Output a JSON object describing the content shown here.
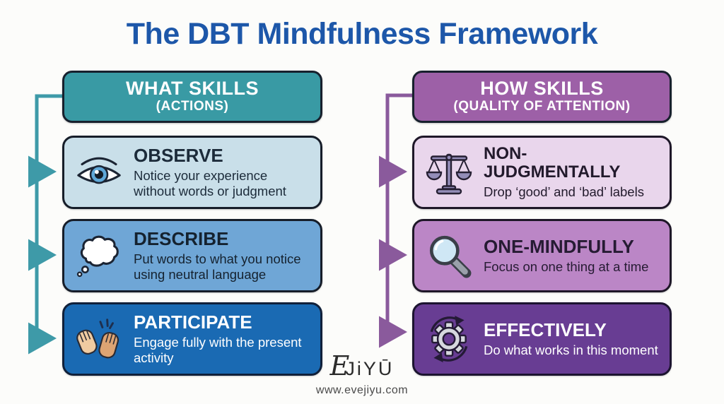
{
  "title": "The DBT Mindfulness Framework",
  "columns": [
    {
      "id": "what-skills",
      "header": {
        "line1": "WHAT SKILLS",
        "line2": "(ACTIONS)"
      },
      "items": [
        {
          "icon": "eye-icon",
          "title": "OBSERVE",
          "desc": "Notice your experience without words or judgment"
        },
        {
          "icon": "thought-bubble-icon",
          "title": "DESCRIBE",
          "desc": "Put words to what you notice using neutral language"
        },
        {
          "icon": "clapping-hands-icon",
          "title": "PARTICIPATE",
          "desc": "Engage fully with the present activity"
        }
      ]
    },
    {
      "id": "how-skills",
      "header": {
        "line1": "HOW SKILLS",
        "line2": "(QUALITY OF ATTENTION)"
      },
      "items": [
        {
          "icon": "balance-scale-icon",
          "title": "NON-JUDGMENTALLY",
          "desc": "Drop ‘good’ and ‘bad’ labels"
        },
        {
          "icon": "magnifying-glass-icon",
          "title": "ONE-MINDFULLY",
          "desc": "Focus on one thing at a time"
        },
        {
          "icon": "gear-cycle-icon",
          "title": "EFFECTIVELY",
          "desc": "Do what works in this moment"
        }
      ]
    }
  ],
  "footer": {
    "logo_script": "E",
    "logo_word": "JiYŪ",
    "website": "www.evejiyu.com"
  },
  "colors": {
    "title_blue": "#1d57a9",
    "what_header_teal": "#399aa4",
    "observe_bg": "#c9dfe9",
    "describe_bg": "#6fa6d6",
    "participate_bg": "#1a6ab3",
    "how_header_purple": "#9d60a7",
    "non_judgmentally_bg": "#e9d6ec",
    "one_mindfully_bg": "#bb86c6",
    "effectively_bg": "#683d93",
    "left_connector": "#3e9aa8",
    "right_connector": "#8a5a9c",
    "box_border": "#161d29"
  }
}
